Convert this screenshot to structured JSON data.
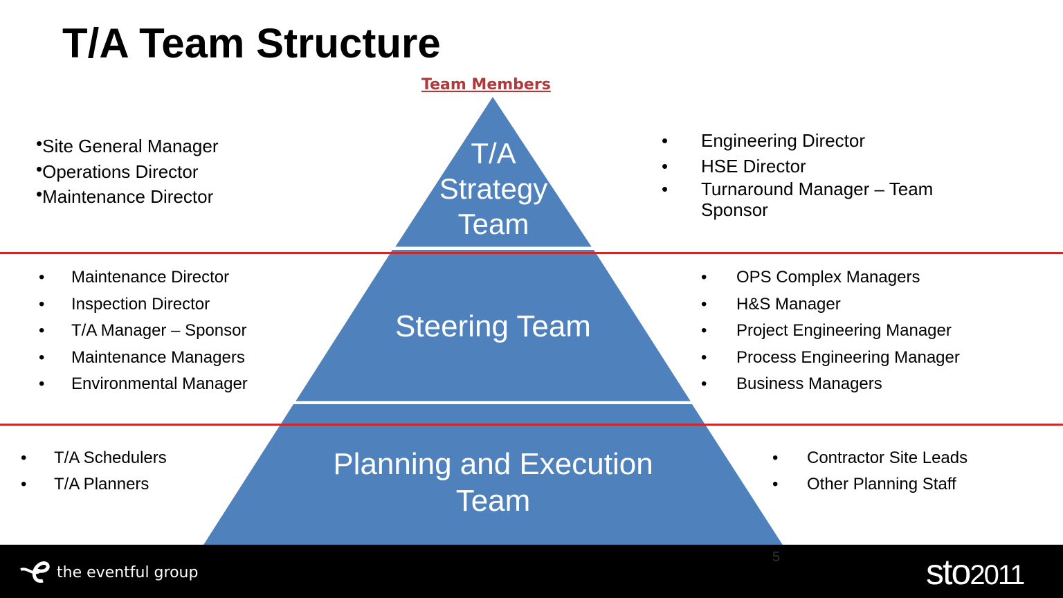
{
  "slide": {
    "title": "T/A Team Structure",
    "team_members_heading": "Team Members",
    "page_number": "5"
  },
  "pyramid": {
    "tiers": [
      {
        "label_lines": [
          "T/A",
          "Strategy",
          "Team"
        ]
      },
      {
        "label_lines": [
          "Steering Team"
        ]
      },
      {
        "label_lines": [
          "Planning and Execution",
          "Team"
        ]
      }
    ],
    "fill_color": "#4f81bd"
  },
  "lists": {
    "strategy_left": [
      "Site General Manager",
      "Operations Director",
      "Maintenance Director"
    ],
    "strategy_right": [
      "Engineering Director",
      "HSE Director",
      "Turnaround Manager – Team Sponsor"
    ],
    "steering_left": [
      "Maintenance Director",
      "Inspection Director",
      "T/A Manager – Sponsor",
      "Maintenance Managers",
      "Environmental Manager"
    ],
    "steering_right": [
      "OPS Complex Managers",
      "H&S Manager",
      "Project Engineering Manager",
      "Process Engineering Manager",
      "Business Managers"
    ],
    "planning_left": [
      "T/A Schedulers",
      "T/A Planners"
    ],
    "planning_right": [
      "Contractor Site Leads",
      "Other Planning Staff"
    ]
  },
  "footer": {
    "left_logo_text": "the eventful group",
    "right_logo_text_a": "sto",
    "right_logo_text_b": "2011"
  },
  "colors": {
    "accent_red": "#cc2a2a",
    "heading_red": "#b03a3a",
    "footer_bg": "#000000"
  }
}
